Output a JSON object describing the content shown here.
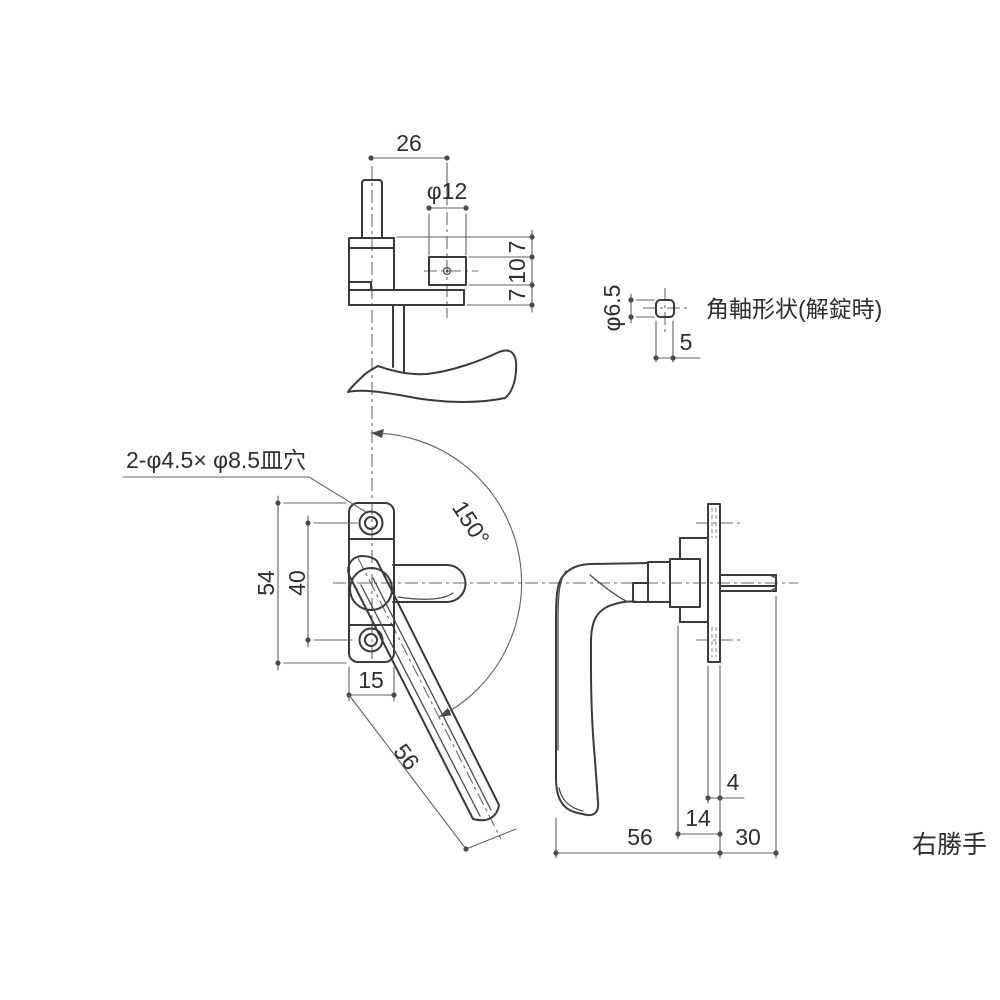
{
  "colors": {
    "background": "#ffffff",
    "outline": "#3a3a3a",
    "dimension_line": "#606060",
    "text": "#2e2e2e"
  },
  "labels": {
    "handing": "右勝手",
    "shaft_note": "角軸形状(解錠時)",
    "holes_note": "2-φ4.5× φ8.5皿穴"
  },
  "dims": {
    "top": {
      "width": "26",
      "boss_dia": "φ12",
      "seg1": "7",
      "seg2": "10",
      "seg3": "7"
    },
    "shaft": {
      "dia": "φ6.5",
      "across_flat": "5"
    },
    "front": {
      "height": "54",
      "hole_pitch": "40",
      "plate_width": "15",
      "swing_angle": "150°",
      "handle_length": "56"
    },
    "side": {
      "plate_offset": "4",
      "hub_depth": "14",
      "shaft_length": "30",
      "handle_depth": "56"
    }
  }
}
